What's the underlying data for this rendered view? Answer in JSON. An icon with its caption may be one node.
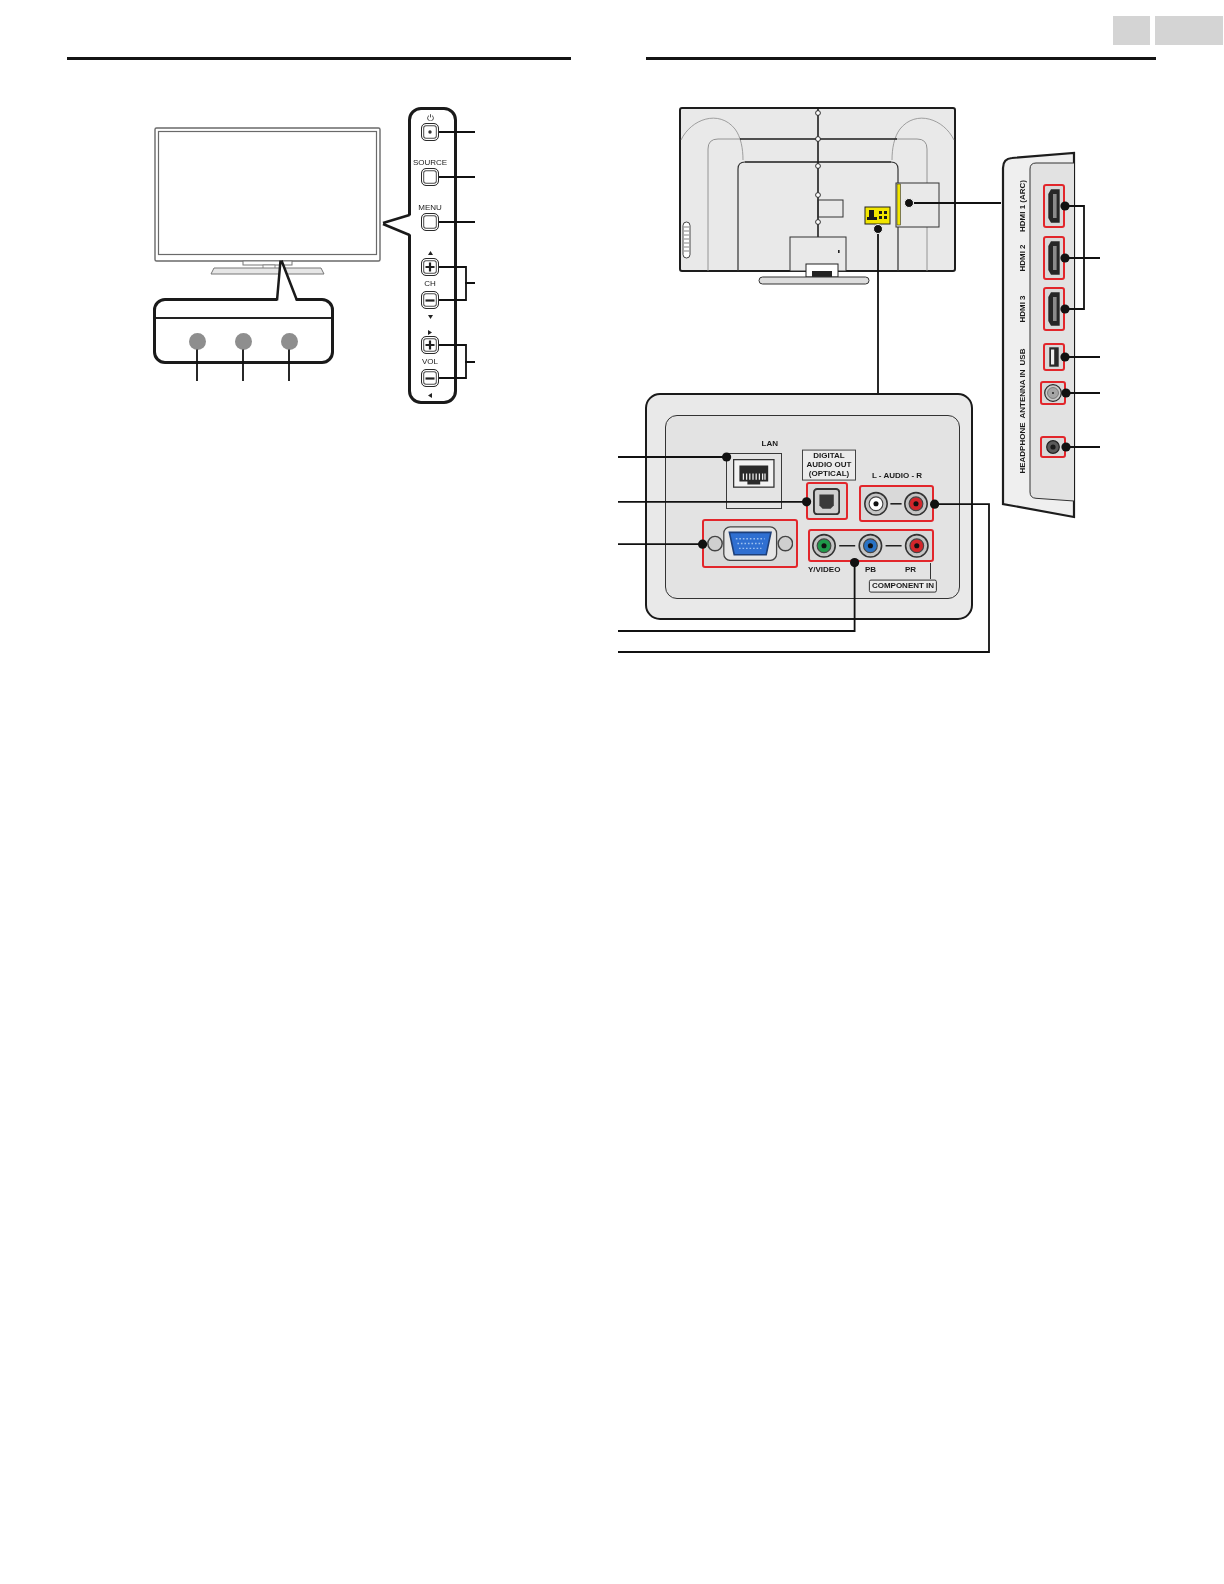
{
  "diagram": {
    "nodes": [
      {
        "text": [],
        "shape": "box"
      },
      {
        "text": [],
        "shape": "box",
        "in": 0
      },
      {
        "text": [],
        "shape": "box",
        "in": 0,
        "beside": [
          "SOURCE"
        ]
      },
      {
        "text": [],
        "shape": "box",
        "in": 0,
        "beside": [
          "MENU"
        ]
      },
      {
        "text": [],
        "shape": "box",
        "in": 0
      },
      {
        "text": [],
        "shape": "box",
        "in": 0
      },
      {
        "text": [],
        "shape": "box",
        "in": 0
      },
      {
        "text": [],
        "shape": "box",
        "in": 0
      },
      {
        "text": [],
        "shape": "box"
      },
      {
        "text": [],
        "shape": "circle",
        "in": 8
      },
      {
        "text": [],
        "shape": "circle",
        "in": 8
      },
      {
        "text": [],
        "shape": "circle",
        "in": 8
      },
      {
        "text": [],
        "shape": "picture"
      },
      {
        "text": [],
        "shape": "circle",
        "in": 12
      },
      {
        "text": [],
        "shape": "circle",
        "in": 12
      },
      {
        "text": [],
        "shape": "box"
      },
      {
        "text": [],
        "shape": "box",
        "in": 15,
        "beside": [
          "HDMI 1 (ARC)"
        ]
      },
      {
        "text": [],
        "shape": "box",
        "in": 15,
        "beside": [
          "HDMI 2"
        ]
      },
      {
        "text": [],
        "shape": "box",
        "in": 15,
        "beside": [
          "HDMI 3"
        ]
      },
      {
        "text": [],
        "shape": "box",
        "in": 15,
        "beside": [
          "USB"
        ]
      },
      {
        "text": [],
        "shape": "box",
        "in": 15,
        "beside": [
          "ANTENNA IN"
        ]
      },
      {
        "text": [],
        "shape": "box",
        "in": 15,
        "beside": [
          "HEADPHONE"
        ]
      },
      {
        "text": [],
        "shape": "box"
      },
      {
        "text": [],
        "shape": "box",
        "in": 22,
        "beside": [
          "LAN"
        ]
      },
      {
        "text": [],
        "shape": "box",
        "in": 22,
        "beside": [
          "DIGITAL AUDIO OUT (OPTICAL)"
        ]
      },
      {
        "text": [],
        "shape": "box",
        "in": 22,
        "beside": [
          "L - AUDIO - R"
        ]
      },
      {
        "text": [],
        "shape": "box",
        "in": 22
      },
      {
        "text": [],
        "shape": "box",
        "in": 22,
        "beside": [
          "Y/VIDEO",
          "PB",
          "PR",
          "COMPONENT IN"
        ]
      }
    ],
    "edges": [
      {
        "from": 1,
        "to": null,
        "arrow": "none"
      },
      {
        "from": 2,
        "to": null,
        "arrow": "none"
      },
      {
        "from": 3,
        "to": null,
        "arrow": "none"
      },
      {
        "from": 4,
        "to": null,
        "arrow": "none"
      },
      {
        "from": 5,
        "to": null,
        "arrow": "none"
      },
      {
        "from": 6,
        "to": null,
        "arrow": "none"
      },
      {
        "from": 7,
        "to": null,
        "arrow": "none"
      },
      {
        "from": 9,
        "to": null,
        "arrow": "none"
      },
      {
        "from": 10,
        "to": null,
        "arrow": "none"
      },
      {
        "from": 11,
        "to": null,
        "arrow": "none"
      },
      {
        "from": 13,
        "to": 15,
        "arrow": "none"
      },
      {
        "from": 14,
        "to": 22,
        "arrow": "none"
      },
      {
        "from": 16,
        "to": null,
        "arrow": "other"
      },
      {
        "from": 17,
        "to": null,
        "arrow": "other"
      },
      {
        "from": 18,
        "to": null,
        "arrow": "other"
      },
      {
        "from": 19,
        "to": null,
        "arrow": "other"
      },
      {
        "from": 20,
        "to": null,
        "arrow": "other"
      },
      {
        "from": 21,
        "to": null,
        "arrow": "other"
      },
      {
        "from": 23,
        "to": null,
        "arrow": "other"
      },
      {
        "from": 24,
        "to": null,
        "arrow": "other"
      },
      {
        "from": 25,
        "to": null,
        "arrow": "other"
      },
      {
        "from": 26,
        "to": null,
        "arrow": "other"
      },
      {
        "from": 27,
        "to": null,
        "arrow": "other"
      }
    ],
    "labels": [
      "CH",
      "VOL"
    ]
  }
}
